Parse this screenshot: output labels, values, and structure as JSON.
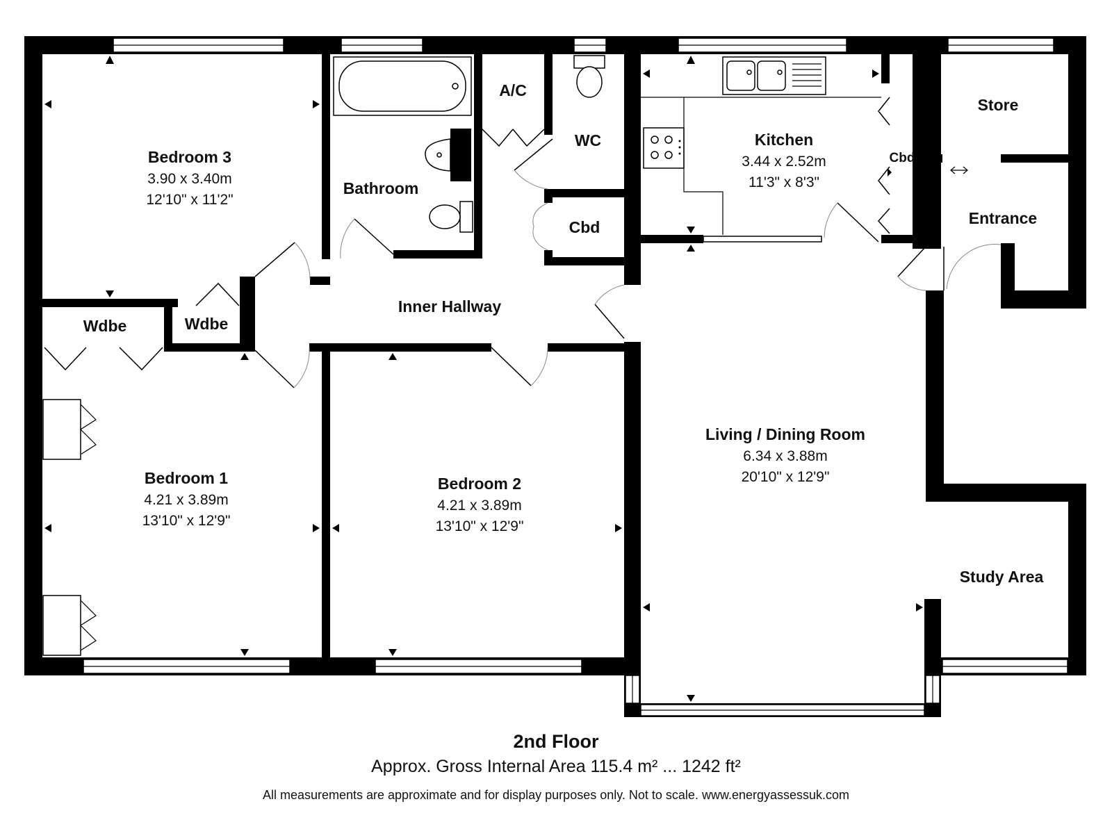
{
  "floor": {
    "title": "2nd Floor",
    "area": "Approx. Gross Internal Area 115.4 m² ... 1242 ft²",
    "disclaimer": "All measurements are approximate and for display purposes only. Not to scale. www.energyassessuk.com"
  },
  "rooms": {
    "bedroom3": {
      "name": "Bedroom 3",
      "metric": "3.90 x 3.40m",
      "imperial": "12'10\" x 11'2\""
    },
    "bathroom": {
      "name": "Bathroom"
    },
    "ac": {
      "name": "A/C"
    },
    "wc": {
      "name": "WC"
    },
    "cbd_hall": {
      "name": "Cbd"
    },
    "kitchen": {
      "name": "Kitchen",
      "metric": "3.44 x 2.52m",
      "imperial": "11'3\" x 8'3\""
    },
    "cbd_kitchen": {
      "name": "Cbd"
    },
    "store": {
      "name": "Store"
    },
    "entrance": {
      "name": "Entrance"
    },
    "wdbe_left": {
      "name": "Wdbe"
    },
    "wdbe_right": {
      "name": "Wdbe"
    },
    "inner_hallway": {
      "name": "Inner Hallway"
    },
    "bedroom1": {
      "name": "Bedroom 1",
      "metric": "4.21 x 3.89m",
      "imperial": "13'10\" x 12'9\""
    },
    "bedroom2": {
      "name": "Bedroom 2",
      "metric": "4.21 x 3.89m",
      "imperial": "13'10\" x 12'9\""
    },
    "living": {
      "name": "Living / Dining Room",
      "metric": "6.34 x 3.88m",
      "imperial": "20'10\" x 12'9\""
    },
    "study": {
      "name": "Study Area"
    }
  }
}
